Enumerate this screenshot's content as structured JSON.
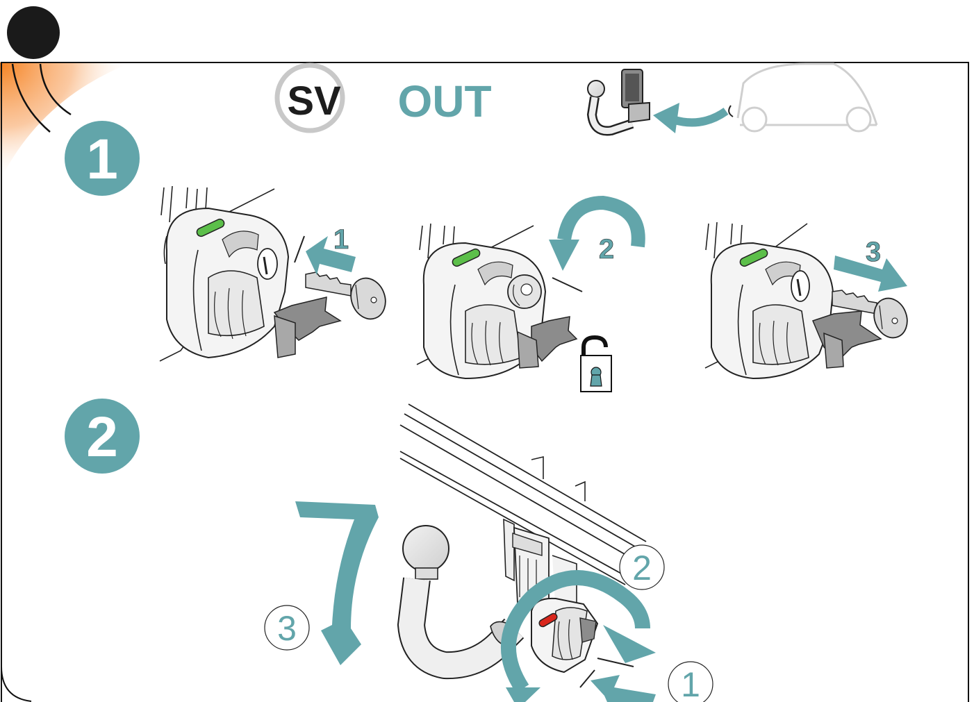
{
  "header": {
    "language_badge": "SV",
    "mode_title": "OUT"
  },
  "steps": [
    {
      "number": "1"
    },
    {
      "number": "2"
    }
  ],
  "step1_panels": [
    {
      "label": "1"
    },
    {
      "label": "2"
    },
    {
      "label": "3"
    }
  ],
  "step2_callouts": [
    {
      "label": "1"
    },
    {
      "label": "2"
    },
    {
      "label": "3"
    }
  ],
  "colors": {
    "teal": "#62a5aa",
    "orange": "#f58220",
    "grey_badge": "#c8c8c8",
    "green_indicator": "#5cbf4a",
    "red_indicator": "#d9261c",
    "text_dark": "#222222"
  },
  "icons": [
    "unlock-padlock-icon",
    "towbar-car-icon"
  ]
}
